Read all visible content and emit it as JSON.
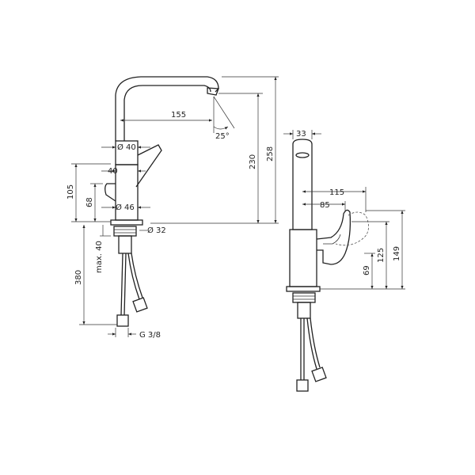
{
  "dimensions": {
    "d_155": "155",
    "d_25deg": "25°",
    "d_40a": "Ø 40",
    "d_40b": "40",
    "d_46": "Ø 46",
    "d_32": "Ø 32",
    "d_105": "105",
    "d_68": "68",
    "d_230": "230",
    "d_258": "258",
    "d_max40": "max. 40",
    "d_380": "380",
    "d_g38": "G 3/8",
    "d_33": "33",
    "d_115": "115",
    "d_85": "85",
    "d_69": "69",
    "d_125": "125",
    "d_149": "149"
  },
  "colors": {
    "line": "#222222",
    "background": "#ffffff"
  }
}
